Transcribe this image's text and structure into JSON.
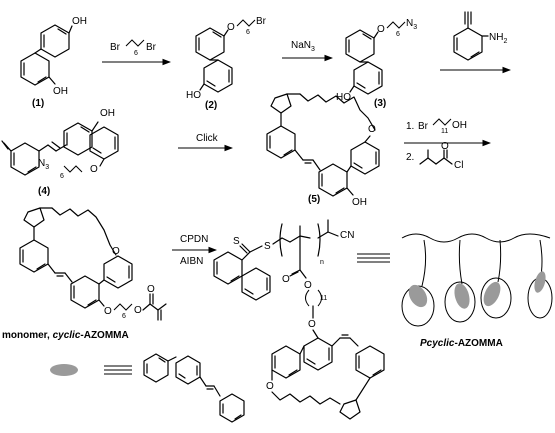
{
  "compounds": {
    "c1": {
      "label": "(1)",
      "oh_top": "OH",
      "oh_bottom": "OH"
    },
    "c2": {
      "label": "(2)",
      "o": "O",
      "sub": "6",
      "br": "Br",
      "oh": "HO"
    },
    "c3": {
      "label": "(3)",
      "o": "O",
      "sub": "6",
      "n3": "N",
      "n3sub": "3",
      "oh": "HO"
    },
    "c4": {
      "label": "(4)",
      "oh": "OH",
      "n3": "N",
      "n3sub": "3",
      "sub": "6",
      "o": "O"
    },
    "c5": {
      "label": "(5)",
      "o": "O",
      "oh": "OH"
    },
    "aniline": {
      "nh2": "NH",
      "nh2sub": "2"
    },
    "monomer": {
      "label_prefix": "monomer, ",
      "label_italic": "cyclic",
      "label_suffix": "-AZOMMA",
      "o": "O",
      "sub": "6"
    },
    "polymer": {
      "cn": "CN",
      "s": "S",
      "sub_n": "n",
      "sub_11": "11"
    },
    "cartoon": {
      "label_italic": "P",
      "label_italic2": "cyclic",
      "label_suffix": "-AZOMMA"
    }
  },
  "reagents": {
    "step1": {
      "br1": "Br",
      "br2": "Br",
      "sub": "6"
    },
    "step2": {
      "text": "NaN",
      "sub": "3"
    },
    "click": {
      "text": "Click"
    },
    "step5_1": {
      "num": "1.",
      "br": "Br",
      "oh": "OH",
      "sub": "11"
    },
    "step5_2": {
      "num": "2.",
      "cl": "Cl",
      "o": "O"
    },
    "polymerization": {
      "line1": "CPDN",
      "line2": "AIBN"
    }
  },
  "legend": {
    "ellipse_color": "#9a9a9a"
  }
}
